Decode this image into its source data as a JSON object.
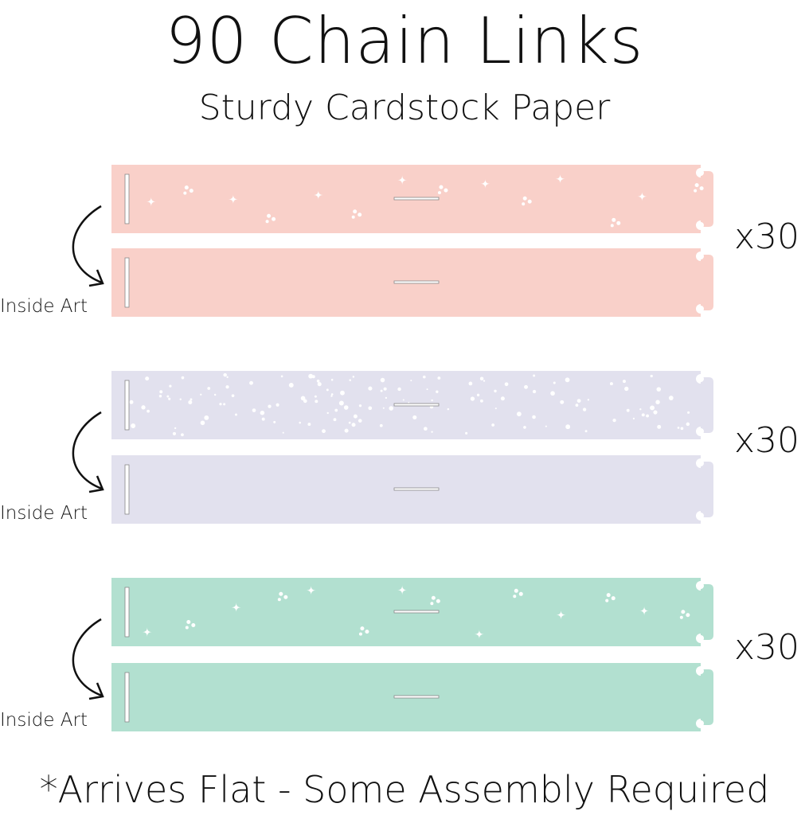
{
  "title": "90 Chain Links",
  "subtitle": "Sturdy Cardstock Paper",
  "footer": "*Arrives Flat - Some Assembly Required",
  "groups": [
    {
      "color": "#f9d0c9",
      "pattern": "sparkles",
      "quantity": "x30",
      "inside_label": "Inside Art"
    },
    {
      "color": "#e2e1ee",
      "pattern": "dots",
      "quantity": "x30",
      "inside_label": "Inside Art"
    },
    {
      "color": "#b2e0d0",
      "pattern": "sparkles",
      "quantity": "x30",
      "inside_label": "Inside Art"
    }
  ]
}
